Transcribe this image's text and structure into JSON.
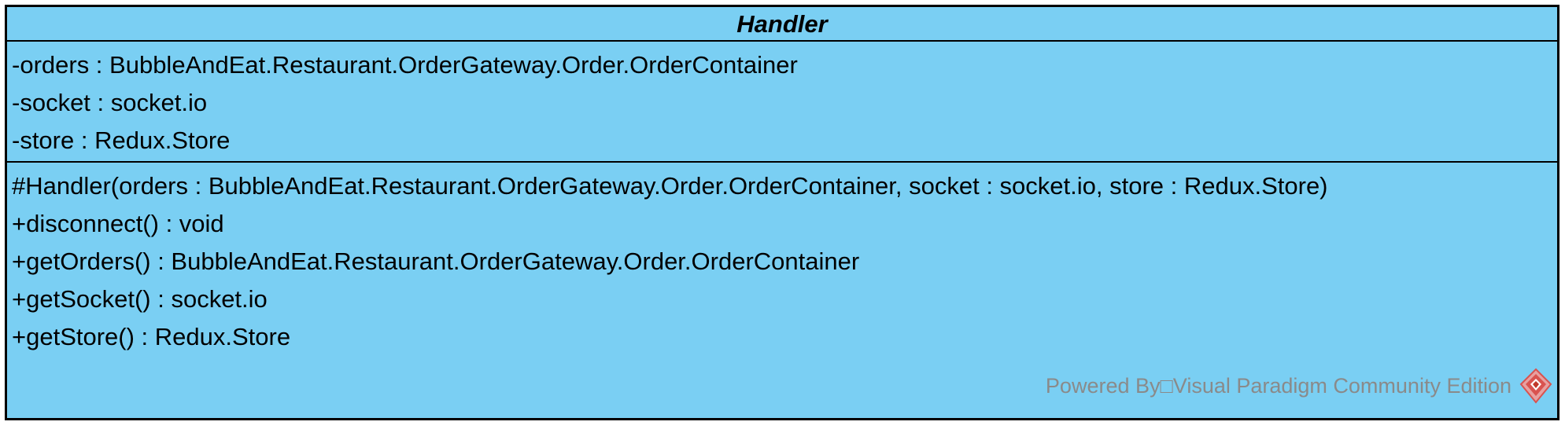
{
  "class": {
    "name": "Handler",
    "attributes": [
      "-orders : BubbleAndEat.Restaurant.OrderGateway.Order.OrderContainer",
      "-socket : socket.io",
      "-store : Redux.Store"
    ],
    "operations": [
      "#Handler(orders : BubbleAndEat.Restaurant.OrderGateway.Order.OrderContainer, socket : socket.io, store : Redux.Store)",
      "+disconnect() : void",
      "+getOrders() : BubbleAndEat.Restaurant.OrderGateway.Order.OrderContainer",
      "+getSocket() : socket.io",
      "+getStore() : Redux.Store"
    ]
  },
  "watermark": {
    "text": "Powered By□Visual Paradigm Community Edition",
    "logo_icon": "visual-paradigm-logo-icon"
  },
  "colors": {
    "class_fill": "#7acff3",
    "border": "#000000",
    "watermark_text": "#8a8a8a",
    "logo": "#d9534f"
  }
}
